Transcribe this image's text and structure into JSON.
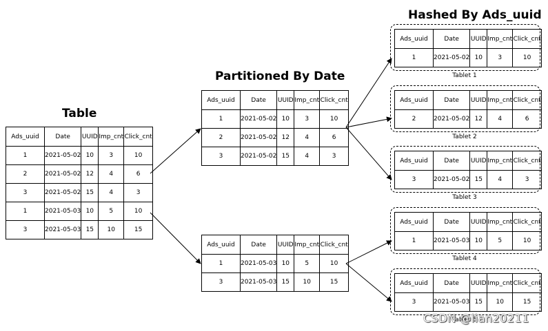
{
  "titles": {
    "table": "Table",
    "partitioned": "Partitioned By Date",
    "hashed": "Hashed By Ads_uuid"
  },
  "columns": [
    "Ads_uuid",
    "Date",
    "UUID",
    "Imp_cnt",
    "Click_cnt"
  ],
  "main_table": {
    "rows": [
      [
        "1",
        "2021-05-02",
        "10",
        "3",
        "10"
      ],
      [
        "2",
        "2021-05-02",
        "12",
        "4",
        "6"
      ],
      [
        "3",
        "2021-05-02",
        "15",
        "4",
        "3"
      ],
      [
        "1",
        "2021-05-03",
        "10",
        "5",
        "10"
      ],
      [
        "3",
        "2021-05-03",
        "15",
        "10",
        "15"
      ]
    ]
  },
  "partitions": [
    {
      "rows": [
        [
          "1",
          "2021-05-02",
          "10",
          "3",
          "10"
        ],
        [
          "2",
          "2021-05-02",
          "12",
          "4",
          "6"
        ],
        [
          "3",
          "2021-05-02",
          "15",
          "4",
          "3"
        ]
      ]
    },
    {
      "rows": [
        [
          "1",
          "2021-05-03",
          "10",
          "5",
          "10"
        ],
        [
          "3",
          "2021-05-03",
          "15",
          "10",
          "15"
        ]
      ]
    }
  ],
  "tablets": [
    {
      "label": "Tablet 1",
      "row": [
        "1",
        "2021-05-02",
        "10",
        "3",
        "10"
      ]
    },
    {
      "label": "Tablet 2",
      "row": [
        "2",
        "2021-05-02",
        "12",
        "4",
        "6"
      ]
    },
    {
      "label": "Tablet 3",
      "row": [
        "3",
        "2021-05-02",
        "15",
        "4",
        "3"
      ]
    },
    {
      "label": "Tablet 4",
      "row": [
        "1",
        "2021-05-03",
        "10",
        "5",
        "10"
      ]
    },
    {
      "label": "Tablet 5",
      "row": [
        "3",
        "2021-05-03",
        "15",
        "10",
        "15"
      ]
    }
  ],
  "watermark": "CSDN @lian20211"
}
